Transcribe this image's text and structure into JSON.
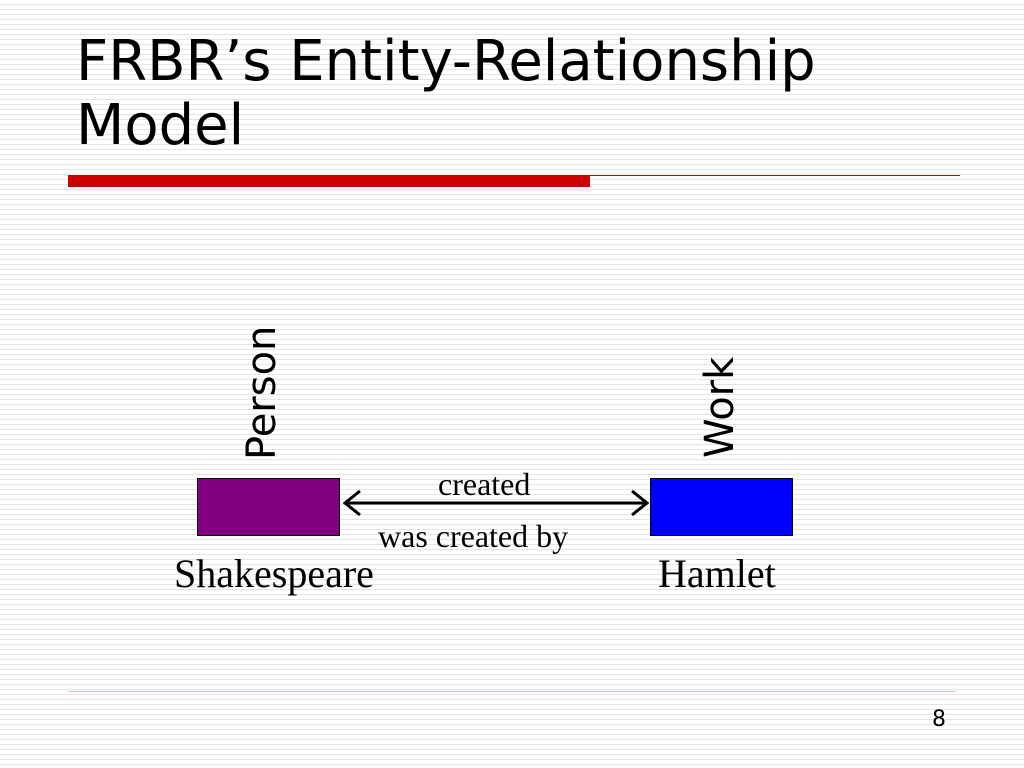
{
  "slide": {
    "title_line1": "FRBR’s Entity-Relationship",
    "title_line2": "Model",
    "page_number": "8"
  },
  "diagram": {
    "left_entity": {
      "type_label": "Person",
      "instance_label": "Shakespeare",
      "color": "#800080"
    },
    "right_entity": {
      "type_label": "Work",
      "instance_label": "Hamlet",
      "color": "#0000ff"
    },
    "relationship": {
      "forward_label": "created",
      "reverse_label": "was created by",
      "direction": "bidirectional"
    }
  },
  "colors": {
    "accent": "#cc0000"
  }
}
